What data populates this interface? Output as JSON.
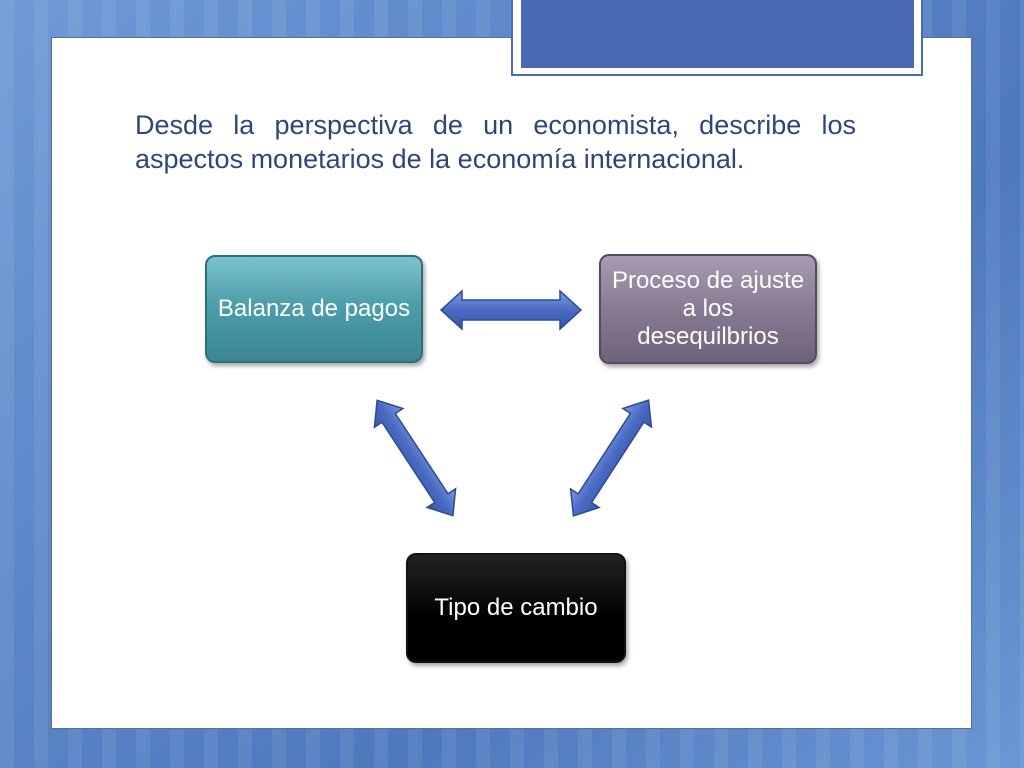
{
  "slide": {
    "title": "Desde la perspectiva de un economista, describe los aspectos monetarios de la economía internacional."
  },
  "diagram": {
    "nodes": [
      {
        "id": "balanza",
        "label": "Balanza de pagos",
        "color": "#4e9eab"
      },
      {
        "id": "proceso",
        "label": "Proceso de ajuste a los desequilbrios",
        "color": "#877b93"
      },
      {
        "id": "tipo",
        "label": "Tipo de cambio",
        "color": "#000000"
      }
    ],
    "connections": [
      {
        "from": "balanza",
        "to": "proceso",
        "type": "double-arrow"
      },
      {
        "from": "balanza",
        "to": "tipo",
        "type": "double-arrow"
      },
      {
        "from": "proceso",
        "to": "tipo",
        "type": "double-arrow"
      }
    ],
    "arrow_color": "#4a6bc2"
  },
  "theme": {
    "background": "#5b86c8",
    "accent": "#4a69b3",
    "title_color": "#2f4677"
  }
}
